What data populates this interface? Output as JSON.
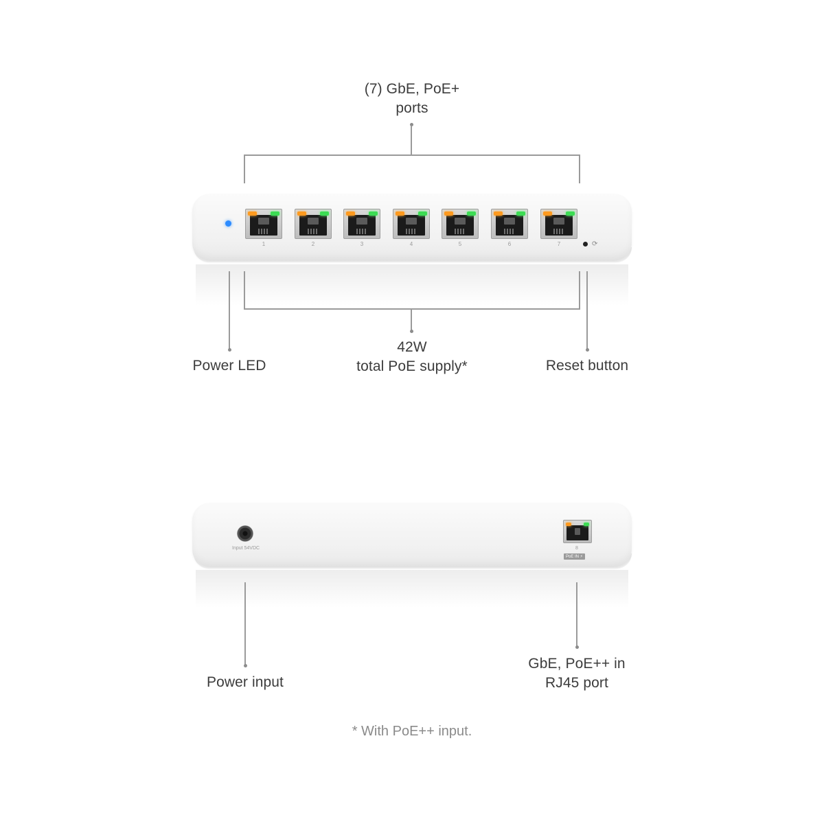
{
  "callouts": {
    "ports_top": [
      "(7) GbE, PoE+",
      "ports"
    ],
    "power_led": "Power LED",
    "poe_supply": [
      "42W",
      "total PoE supply*"
    ],
    "reset_button": "Reset button",
    "power_input": "Power input",
    "uplink_port": [
      "GbE, PoE++ in",
      "RJ45 port"
    ]
  },
  "front_panel": {
    "port_labels": [
      "1",
      "2",
      "3",
      "4",
      "5",
      "6",
      "7"
    ],
    "led_colors": {
      "left": "#ff9a1f",
      "right": "#3ddc54",
      "power": "#2d8cff"
    }
  },
  "rear_panel": {
    "power_jack_label": "Input 54VDC",
    "uplink_port_number": "8",
    "uplink_badge": "PoE IN ⚡"
  },
  "footnote": "* With PoE++ input."
}
